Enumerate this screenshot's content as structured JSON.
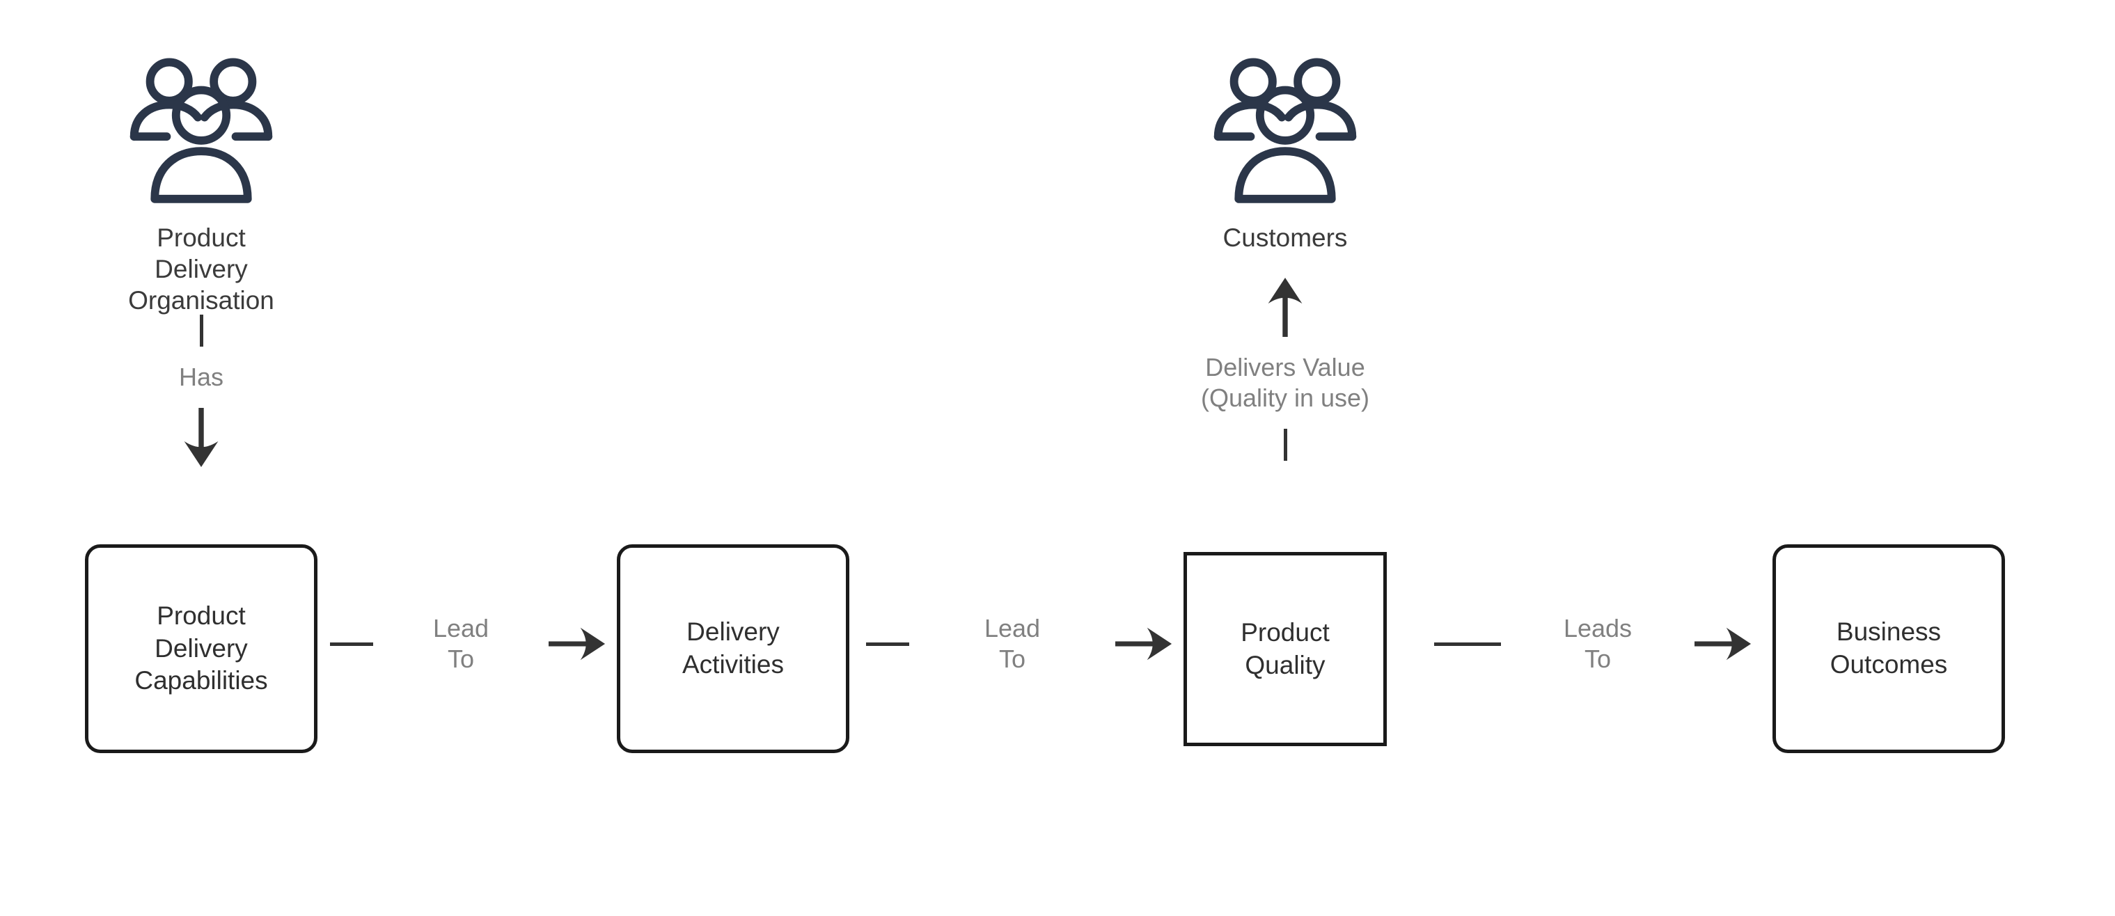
{
  "diagram": {
    "background_color": "#ffffff",
    "icon_color": "#2b3649",
    "box_border_color": "#1a1a1a",
    "box_text_color": "#2f2f2f",
    "connector_label_color": "#808080",
    "connector_line_color": "#333333",
    "actors": [
      {
        "id": "product-delivery-organisation",
        "icon": "people-group-icon",
        "caption": "Product Delivery\nOrganisation"
      },
      {
        "id": "customers",
        "icon": "people-group-icon",
        "caption": "Customers"
      }
    ],
    "nodes": [
      {
        "id": "product-delivery-capabilities",
        "label": "Product\nDelivery\nCapabilities",
        "shape": "rounded-rectangle"
      },
      {
        "id": "delivery-activities",
        "label": "Delivery\nActivities",
        "shape": "rounded-rectangle"
      },
      {
        "id": "product-quality",
        "label": "Product\nQuality",
        "shape": "rectangle"
      },
      {
        "id": "business-outcomes",
        "label": "Business\nOutcomes",
        "shape": "rounded-rectangle"
      }
    ],
    "connectors": [
      {
        "id": "has",
        "label": "Has",
        "direction": "down",
        "from": "product-delivery-organisation",
        "to": "product-delivery-capabilities"
      },
      {
        "id": "capabilities-to-activities",
        "label": "Lead\nTo",
        "direction": "right",
        "from": "product-delivery-capabilities",
        "to": "delivery-activities"
      },
      {
        "id": "activities-to-quality",
        "label": "Lead\nTo",
        "direction": "right",
        "from": "delivery-activities",
        "to": "product-quality"
      },
      {
        "id": "quality-to-customers",
        "label": "Delivers Value\n(Quality in use)",
        "direction": "up",
        "from": "product-quality",
        "to": "customers"
      },
      {
        "id": "quality-to-outcomes",
        "label": "Leads\nTo",
        "direction": "right",
        "from": "product-quality",
        "to": "business-outcomes"
      }
    ]
  }
}
